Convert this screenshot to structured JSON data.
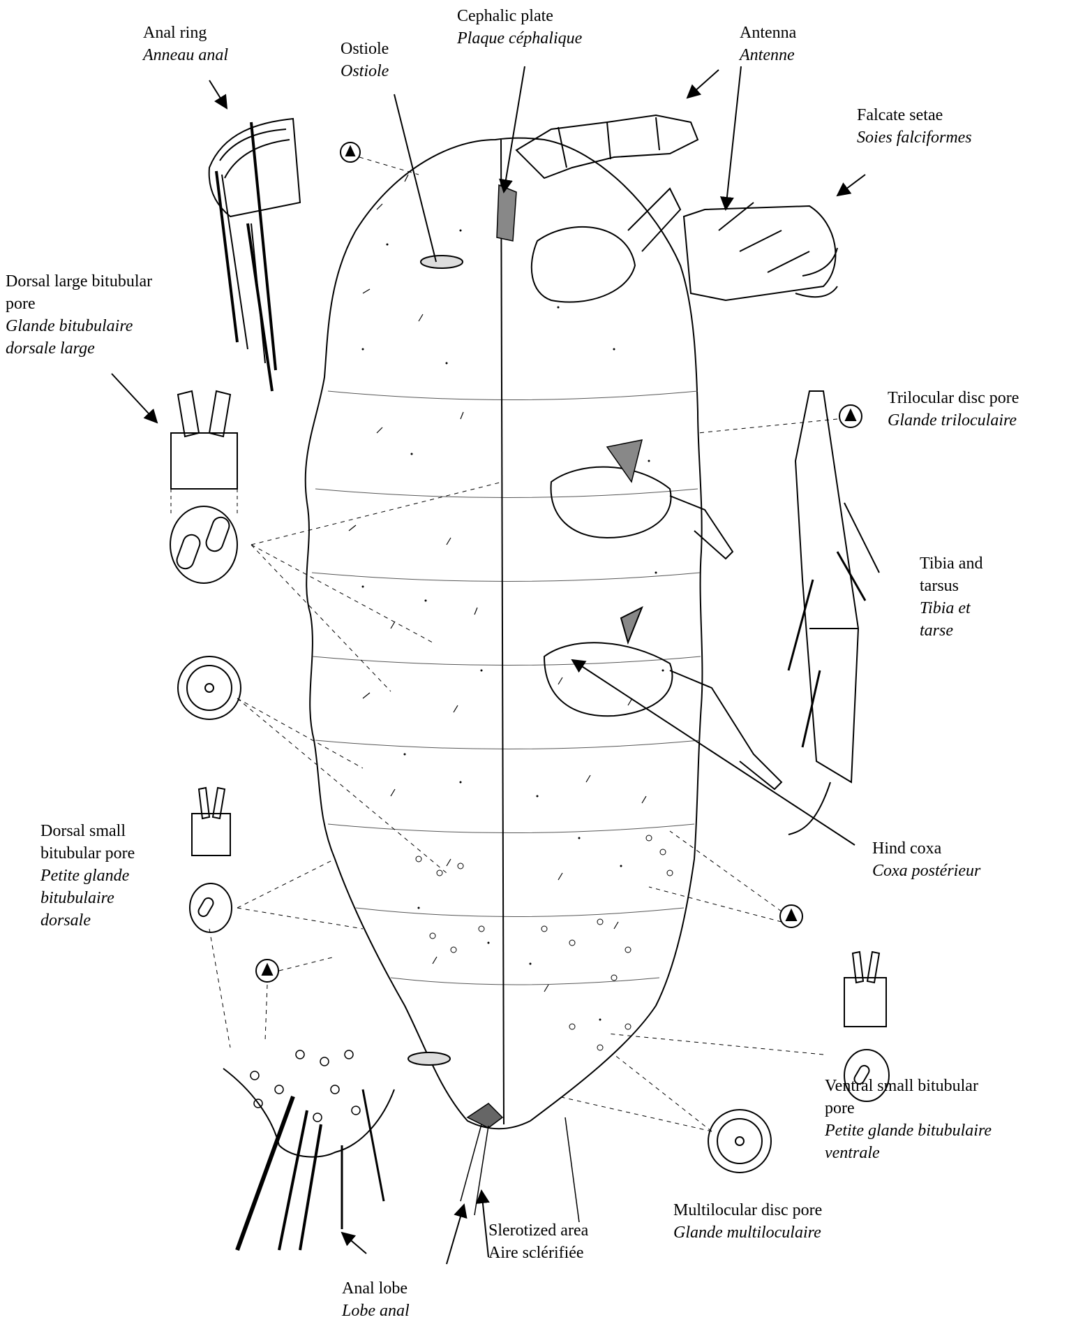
{
  "labels": {
    "anal_ring": {
      "en": "Anal ring",
      "fr": "Anneau anal"
    },
    "ostiole": {
      "en": "Ostiole",
      "fr": "Ostiole"
    },
    "cephalic_plate": {
      "en": "Cephalic plate",
      "fr": "Plaque céphalique"
    },
    "antenna": {
      "en": "Antenna",
      "fr": "Antenne"
    },
    "falcate_setae": {
      "en": "Falcate setae",
      "fr": "Soies falciformes"
    },
    "dorsal_large_bitubular": {
      "en1": "Dorsal large bitubular",
      "en2": "pore",
      "fr1": "Glande bitubulaire",
      "fr2": "dorsale large"
    },
    "trilocular_disc_pore": {
      "en": "Trilocular disc pore",
      "fr": "Glande triloculaire"
    },
    "tibia_tarsus": {
      "en1": "Tibia and",
      "en2": "tarsus",
      "fr1": "Tibia et",
      "fr2": "tarse"
    },
    "hind_coxa": {
      "en": "Hind coxa",
      "fr": "Coxa postérieur"
    },
    "dorsal_small_bitubular": {
      "en1": "Dorsal small",
      "en2": "bitubular pore",
      "fr1": "Petite glande",
      "fr2": "bitubulaire",
      "fr3": "dorsale"
    },
    "ventral_small_bitubular": {
      "en1": "Ventral small bitubular",
      "en2": "pore",
      "fr1": "Petite glande bitubulaire",
      "fr2": "ventrale"
    },
    "multilocular_disc_pore": {
      "en": "Multilocular disc pore",
      "fr": "Glande multiloculaire"
    },
    "slerotized_area": {
      "en": "Slerotized area",
      "fr": "Aire sclérifiée"
    },
    "anal_lobe": {
      "en": "Anal lobe",
      "fr": "Lobe anal"
    }
  }
}
